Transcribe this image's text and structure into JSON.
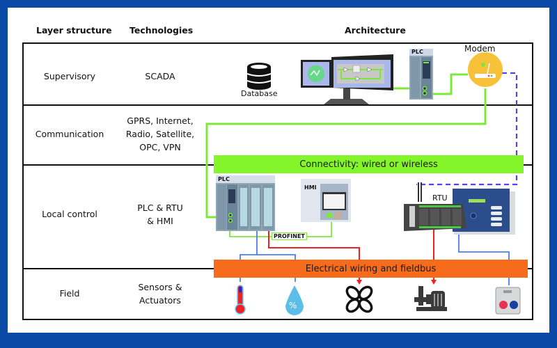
{
  "headers": {
    "layer": "Layer structure",
    "tech": "Technologies",
    "arch": "Architecture"
  },
  "rows": [
    {
      "layer": "Supervisory",
      "tech": [
        "SCADA"
      ]
    },
    {
      "layer": "Communication",
      "tech": [
        "GPRS, Internet,",
        "Radio, Satellite,",
        "OPC, VPN"
      ]
    },
    {
      "layer": "Local control",
      "tech": [
        "PLC & RTU",
        "& HMI"
      ]
    },
    {
      "layer": "Field",
      "tech": [
        "Sensors &",
        "Actuators"
      ]
    }
  ],
  "components": {
    "database": "Database",
    "plc_top": "PLC",
    "modem": "Modem",
    "plc_local": "PLC",
    "hmi": "HMI",
    "rtu": "RTU",
    "profinet": "PROFINET",
    "humidity_symbol": "%"
  },
  "bars": {
    "connectivity": "Connectivity: wired or wireless",
    "fieldbus": "Electrical wiring and fieldbus"
  },
  "colors": {
    "frame": "#0a4aa6",
    "connectivity_bar": "#84f52a",
    "fieldbus_bar": "#f76b1c",
    "green_link": "#7ee83a",
    "blue_link": "#4a7ef0",
    "red_link": "#ee2020",
    "wireless_dashed": "#5a3fe0"
  },
  "field_devices": [
    {
      "name": "temperature-sensor",
      "type": "sensor"
    },
    {
      "name": "humidity-sensor",
      "type": "sensor"
    },
    {
      "name": "fan-actuator",
      "type": "actuator"
    },
    {
      "name": "pump-motor-actuator",
      "type": "actuator"
    },
    {
      "name": "push-button-station",
      "type": "sensor"
    }
  ]
}
